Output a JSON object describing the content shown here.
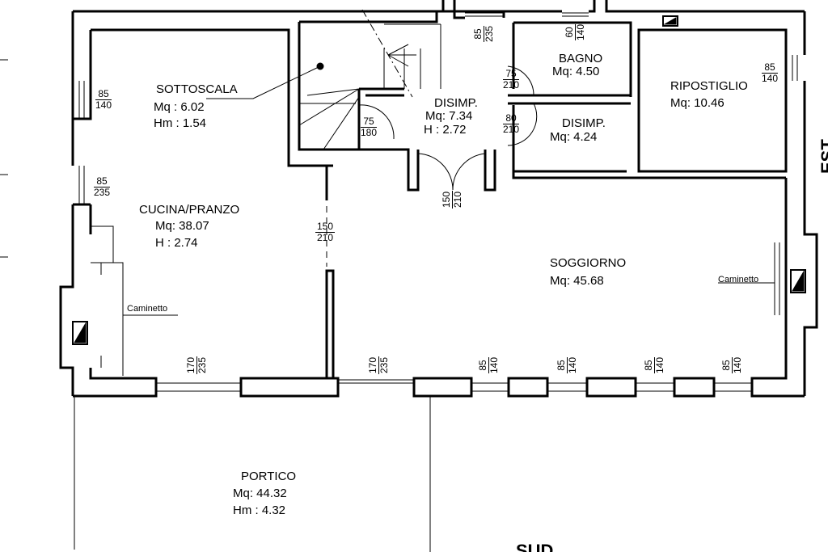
{
  "rooms": {
    "sottoscala": {
      "name": "SOTTOSCALA",
      "area": "Mq  :  6.02",
      "height": "Hm  :  1.54"
    },
    "cucina": {
      "name": "CUCINA/PRANZO",
      "area": "Mq:  38.07",
      "height": "H  :  2.74"
    },
    "disimp1": {
      "name": "DISIMP.",
      "area": "Mq:  7.34",
      "height": "H  :  2.72"
    },
    "bagno": {
      "name": "BAGNO",
      "area": "Mq:  4.50"
    },
    "disimp2": {
      "name": "DISIMP.",
      "area": "Mq:  4.24"
    },
    "ripostiglio": {
      "name": "RIPOSTIGLIO",
      "area": "Mq:  10.46"
    },
    "soggiorno": {
      "name": "SOGGIORNO",
      "area": "Mq:  45.68"
    },
    "portico": {
      "name": "PORTICO",
      "area": "Mq:  44.32",
      "height": "Hm  :  4.32"
    }
  },
  "labels": {
    "caminetto_left": "Caminetto",
    "caminetto_right": "Caminetto",
    "orientation_south": "SUD",
    "orientation_east": "EST"
  },
  "openings": [
    {
      "w": "85",
      "h": "140"
    },
    {
      "w": "85",
      "h": "235"
    },
    {
      "w": "75",
      "h": "180"
    },
    {
      "w": "75",
      "h": "210"
    },
    {
      "w": "80",
      "h": "210"
    },
    {
      "w": "150",
      "h": "210"
    },
    {
      "w": "85",
      "h": "140"
    },
    {
      "w": "85",
      "h": "235"
    },
    {
      "w": "60",
      "h": "140"
    },
    {
      "w": "150",
      "h": "210"
    },
    {
      "w": "170",
      "h": "235"
    },
    {
      "w": "170",
      "h": "235"
    },
    {
      "w": "85",
      "h": "140"
    },
    {
      "w": "85",
      "h": "140"
    },
    {
      "w": "85",
      "h": "140"
    },
    {
      "w": "85",
      "h": "140"
    }
  ]
}
